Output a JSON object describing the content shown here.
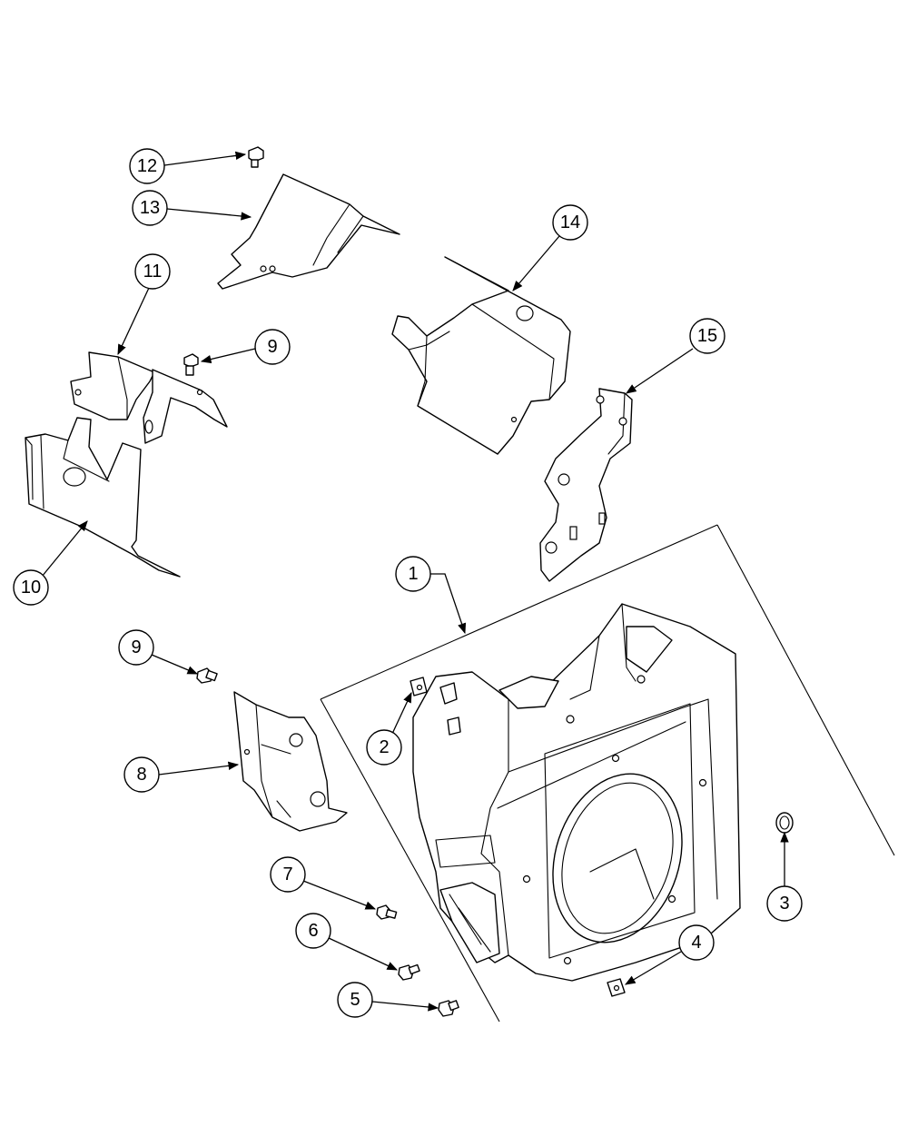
{
  "diagram": {
    "callouts": [
      {
        "id": "callout-1",
        "label": "1"
      },
      {
        "id": "callout-2",
        "label": "2"
      },
      {
        "id": "callout-3",
        "label": "3"
      },
      {
        "id": "callout-4",
        "label": "4"
      },
      {
        "id": "callout-5",
        "label": "5"
      },
      {
        "id": "callout-6",
        "label": "6"
      },
      {
        "id": "callout-7",
        "label": "7"
      },
      {
        "id": "callout-8",
        "label": "8"
      },
      {
        "id": "callout-9a",
        "label": "9"
      },
      {
        "id": "callout-9b",
        "label": "9"
      },
      {
        "id": "callout-10",
        "label": "10"
      },
      {
        "id": "callout-11",
        "label": "11"
      },
      {
        "id": "callout-12",
        "label": "12"
      },
      {
        "id": "callout-13",
        "label": "13"
      },
      {
        "id": "callout-14",
        "label": "14"
      },
      {
        "id": "callout-15",
        "label": "15"
      }
    ]
  }
}
